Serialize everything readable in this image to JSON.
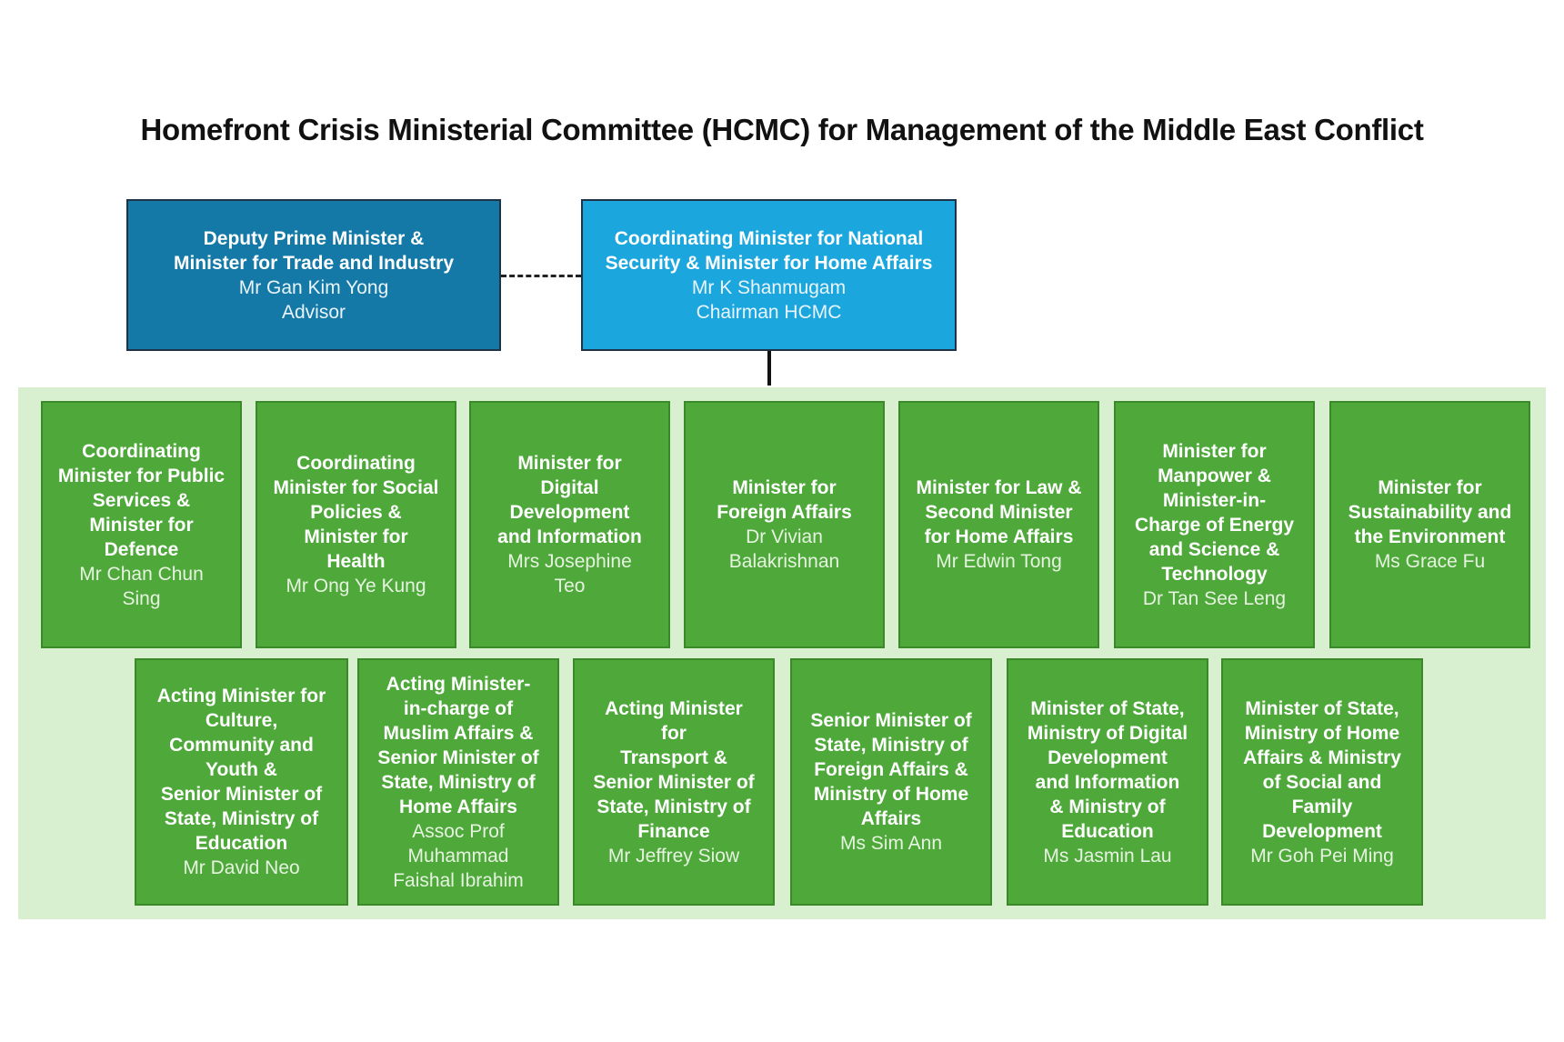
{
  "title": "Homefront Crisis Ministerial Committee (HCMC) for Management of the Middle East Conflict",
  "leaders": {
    "advisor": {
      "role": "Deputy Prime Minister &\nMinister for Trade and Industry",
      "name": "Mr Gan Kim Yong",
      "extra": "Advisor"
    },
    "chairman": {
      "role": "Coordinating Minister for National\nSecurity & Minister for Home Affairs",
      "name": "Mr K Shanmugam",
      "extra": "Chairman HCMC"
    }
  },
  "members_row1": [
    {
      "role": "Coordinating\nMinister for Public\nServices &\nMinister for\nDefence",
      "name": "Mr Chan Chun\nSing"
    },
    {
      "role": "Coordinating\nMinister for Social\nPolicies &\nMinister for\nHealth",
      "name": "Mr Ong Ye Kung"
    },
    {
      "role": "Minister for\nDigital\nDevelopment\nand Information",
      "name": "Mrs Josephine\nTeo"
    },
    {
      "role": "Minister for\nForeign Affairs",
      "name": "Dr Vivian\nBalakrishnan"
    },
    {
      "role": "Minister for Law &\nSecond Minister\nfor Home Affairs",
      "name": "Mr Edwin Tong"
    },
    {
      "role": "Minister for\nManpower &\nMinister-in-\nCharge of Energy\nand Science &\nTechnology",
      "name": "Dr Tan See Leng"
    },
    {
      "role": "Minister for\nSustainability and\nthe Environment",
      "name": "Ms Grace Fu"
    }
  ],
  "members_row2": [
    {
      "role": "Acting Minister for\nCulture,\nCommunity and\nYouth &\nSenior Minister of\nState, Ministry of\nEducation",
      "name": "Mr David Neo"
    },
    {
      "role": "Acting Minister-\nin-charge of\nMuslim Affairs &\nSenior Minister of\nState, Ministry of\nHome Affairs",
      "name": "Assoc Prof\nMuhammad\nFaishal Ibrahim"
    },
    {
      "role": "Acting Minister\nfor\nTransport &\nSenior Minister of\nState, Ministry of\nFinance",
      "name": "Mr Jeffrey Siow"
    },
    {
      "role": "Senior Minister of\nState, Ministry of\nForeign Affairs &\nMinistry of Home\nAffairs",
      "name": "Ms Sim Ann"
    },
    {
      "role": "Minister of State,\nMinistry of Digital\nDevelopment\nand Information\n& Ministry of\nEducation",
      "name": "Ms Jasmin Lau"
    },
    {
      "role": "Minister of State,\nMinistry of Home\nAffairs & Ministry\nof Social and\nFamily\nDevelopment",
      "name": "Mr Goh Pei Ming"
    }
  ],
  "colors": {
    "advisor_box": "#1479a6",
    "chairman_box": "#1ba7de",
    "member_box": "#4ea93a",
    "panel_background": "#d9f0d0"
  }
}
